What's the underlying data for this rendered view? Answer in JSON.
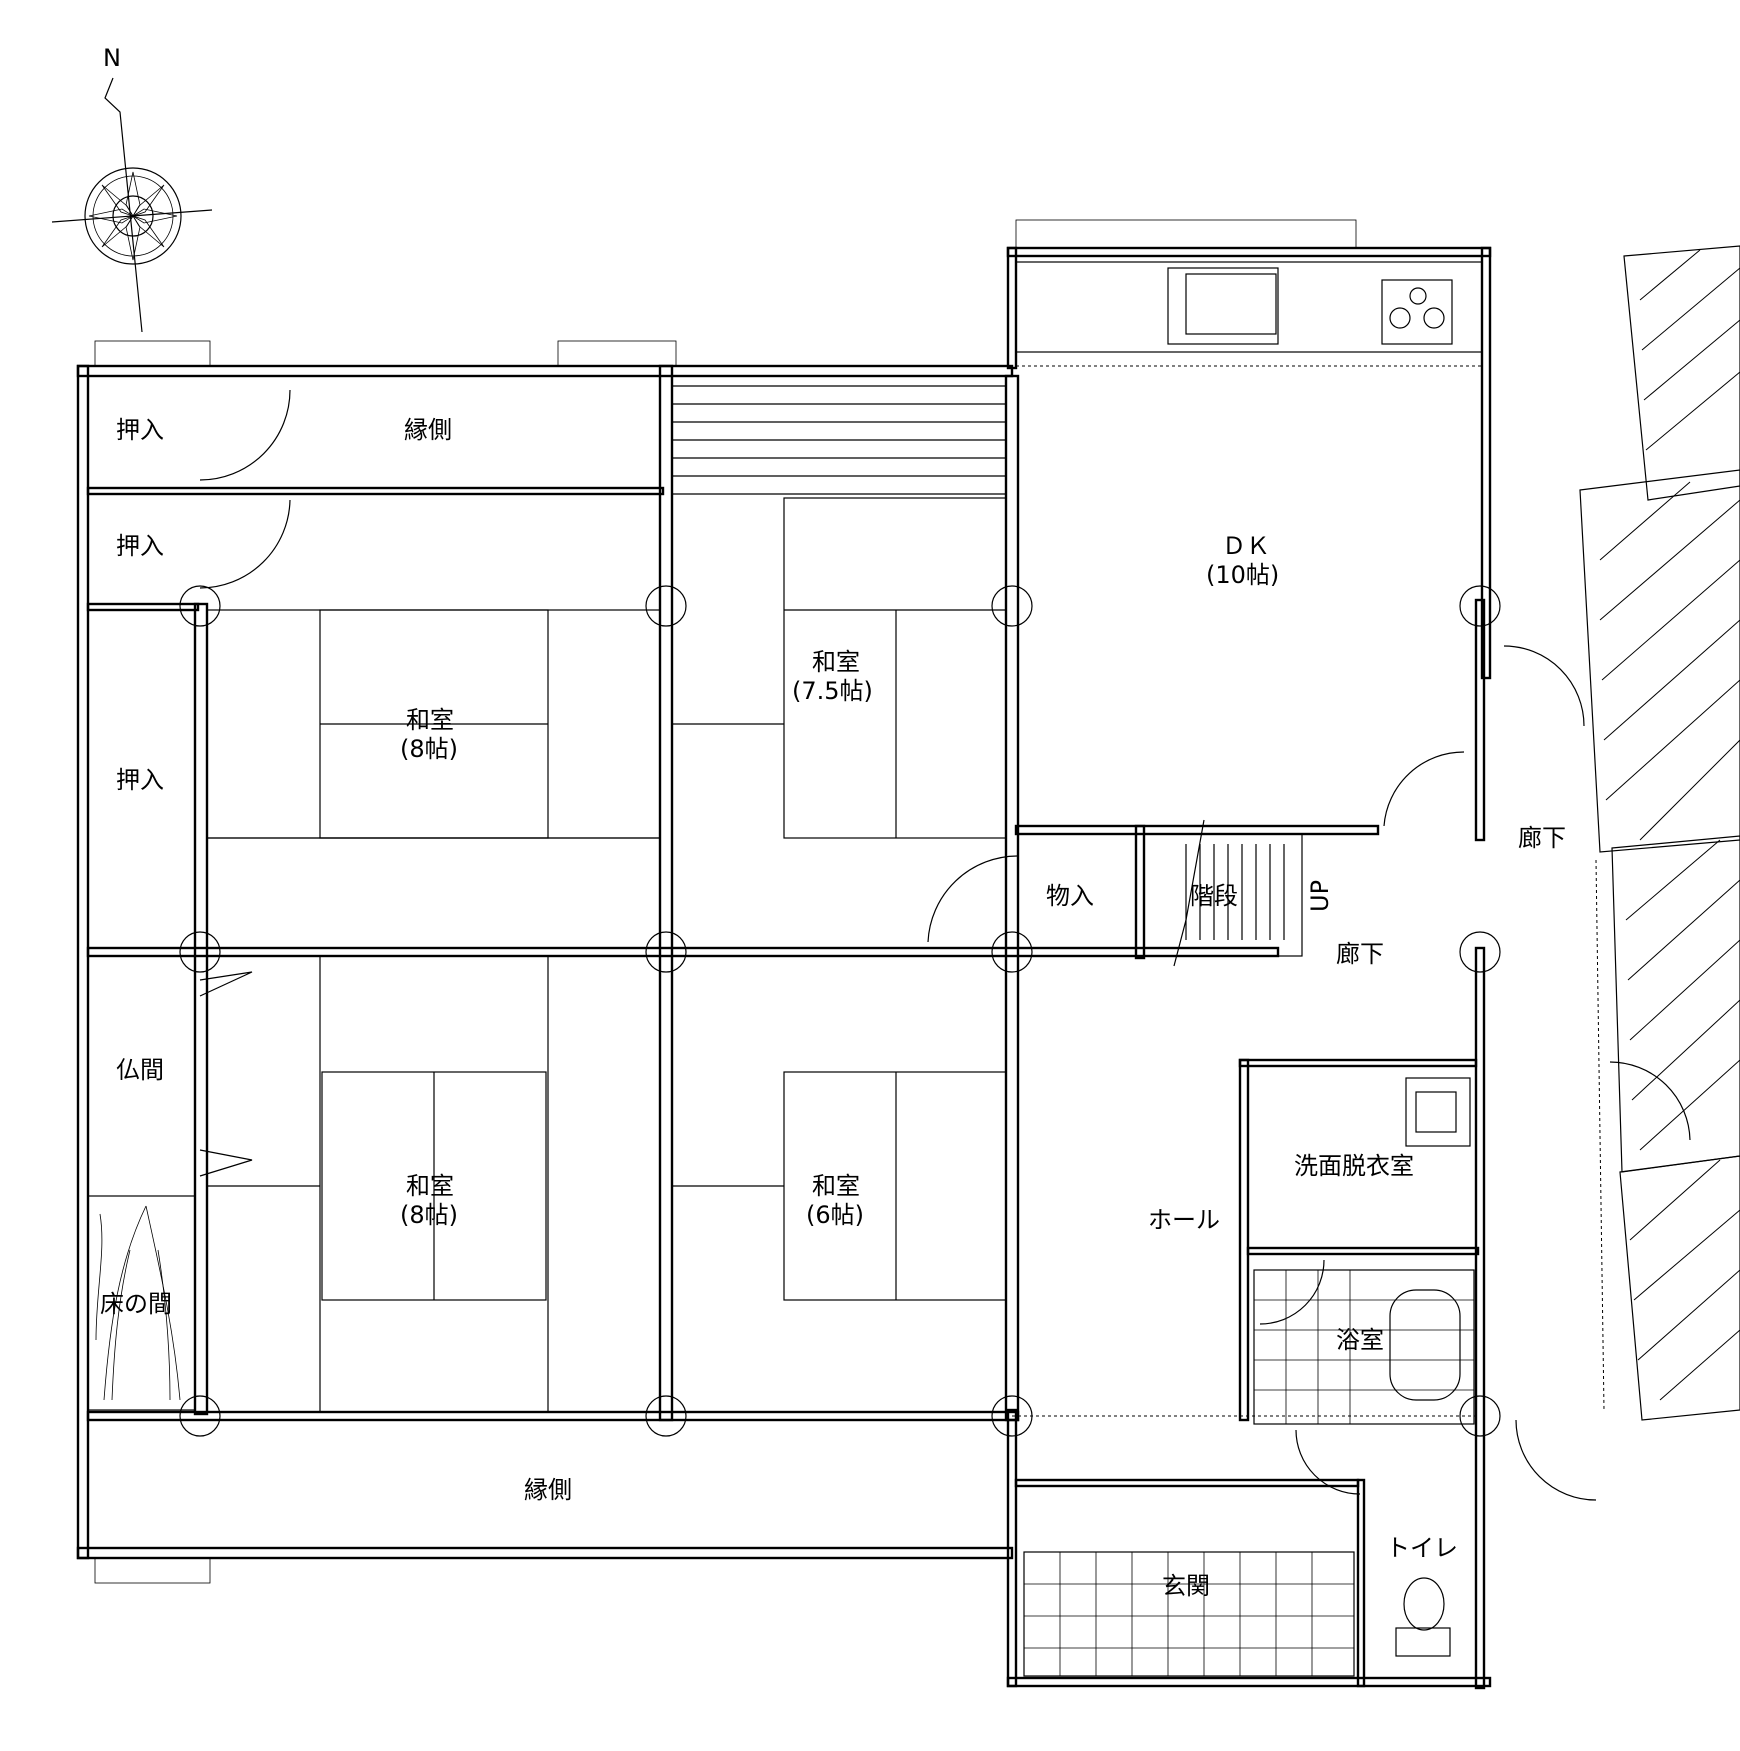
{
  "compass": {
    "north_label": "N",
    "icon": "compass-rose-icon"
  },
  "rooms": {
    "engawa_top": "縁側",
    "engawa_bottom": "縁側",
    "oshiire_1": "押入",
    "oshiire_2": "押入",
    "oshiire_3": "押入",
    "butsuma": "仏間",
    "tokonoma": "床の間",
    "washitsu_8a": {
      "name": "和室",
      "size": "(8帖)"
    },
    "washitsu_75": {
      "name": "和室",
      "size": "(7.5帖)"
    },
    "washitsu_8b": {
      "name": "和室",
      "size": "(8帖)"
    },
    "washitsu_6": {
      "name": "和室",
      "size": "(6帖)"
    },
    "dk": {
      "name": "ＤＫ",
      "size": "(10帖)"
    },
    "monoire": "物入",
    "kaidan": "階段",
    "up": "UP",
    "rouka_1": "廊下",
    "rouka_2": "廊下",
    "hall": "ホール",
    "senmen": "洗面脱衣室",
    "yokushitsu": "浴室",
    "genkan": "玄関",
    "toilet": "トイレ"
  }
}
